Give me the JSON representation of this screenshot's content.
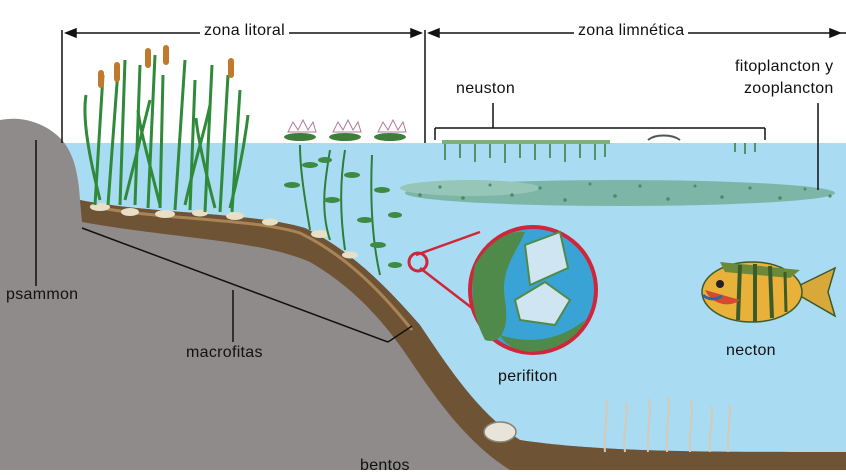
{
  "zones": {
    "litoral": "zona litoral",
    "limnetica": "zona limnética"
  },
  "labels": {
    "neuston": "neuston",
    "fitoplancton_line1": "fitoplancton y",
    "fitoplancton_line2": "zooplancton",
    "psammon": "psammon",
    "macrofitas": "macrofitas",
    "perifiton": "perifiton",
    "necton": "necton",
    "bentos": "bentos"
  },
  "colors": {
    "water": "#a9dcf2",
    "rock": "#8f8b8b",
    "sediment": "#6e5334",
    "reeds": "#2f8a3a",
    "fish_body": "#e8b23a",
    "perifiton_ring": "#d0263a"
  }
}
